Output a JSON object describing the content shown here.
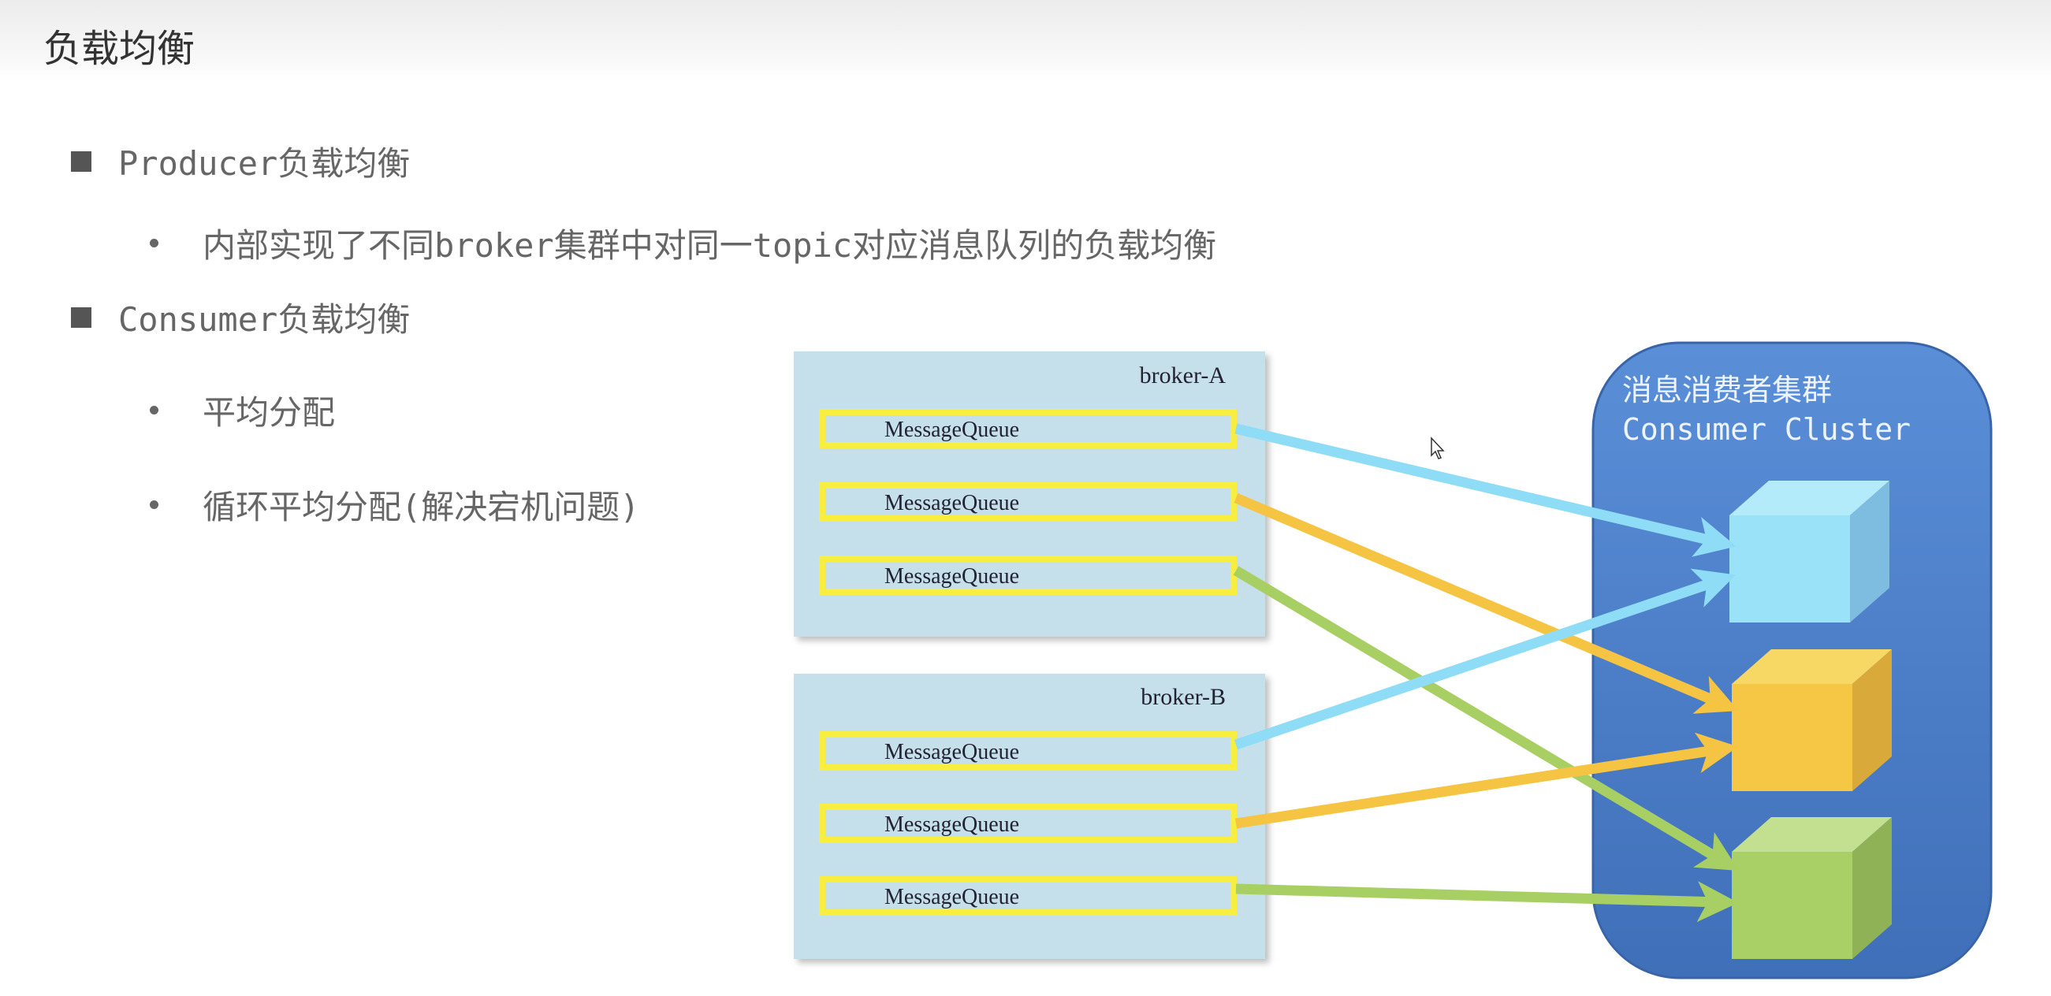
{
  "title": "负载均衡",
  "bullets": [
    {
      "label": "Producer负载均衡",
      "sub": [
        "内部实现了不同broker集群中对同一topic对应消息队列的负载均衡"
      ]
    },
    {
      "label": "Consumer负载均衡",
      "sub": [
        "平均分配",
        "循环平均分配(解决宕机问题)"
      ]
    }
  ],
  "diagram": {
    "brokers": [
      {
        "name": "broker-A",
        "queues": [
          "MessageQueue",
          "MessageQueue",
          "MessageQueue"
        ]
      },
      {
        "name": "broker-B",
        "queues": [
          "MessageQueue",
          "MessageQueue",
          "MessageQueue"
        ]
      }
    ],
    "cluster": {
      "title_cn": "消息消费者集群",
      "title_en": "Consumer Cluster"
    },
    "colors": {
      "blue": "#8fdcf7",
      "yellow": "#f6c443",
      "green": "#a8cf64",
      "cluster": "#4a7fc9",
      "broker_bg": "#c5e0ea",
      "queue_border": "#f8ee3f"
    }
  }
}
